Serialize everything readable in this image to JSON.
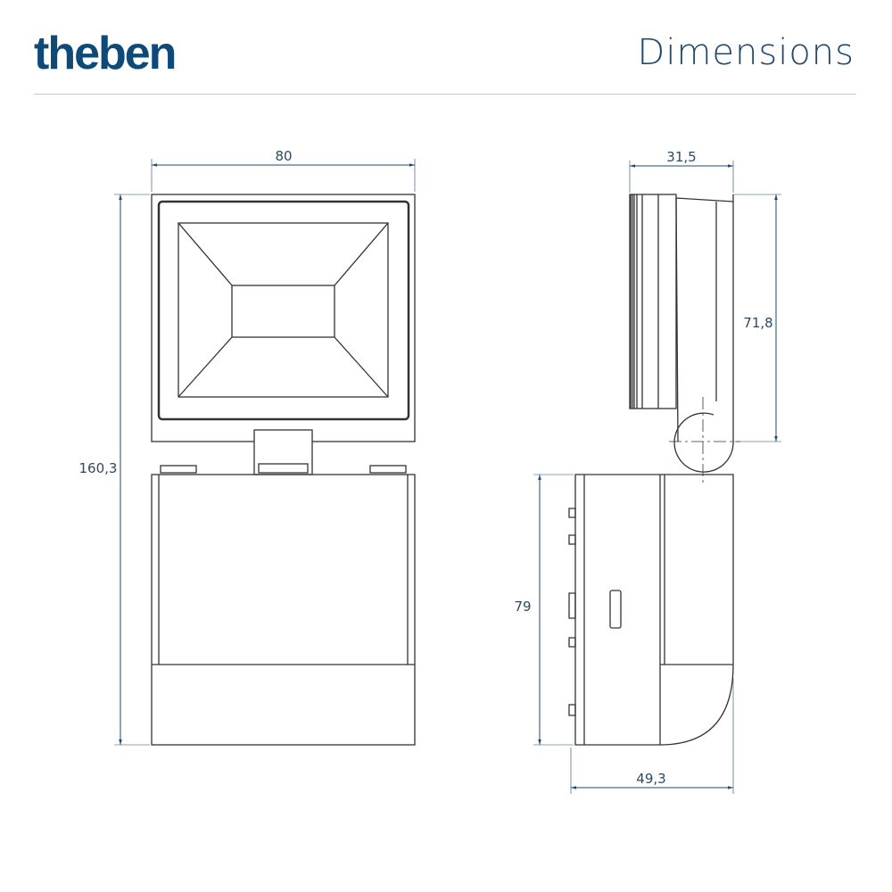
{
  "header": {
    "logo": "theben",
    "title": "Dimensions"
  },
  "dimensions": {
    "front_width": "80",
    "front_height": "160,3",
    "side_head_depth": "31,5",
    "side_head_height": "71,8",
    "side_body_height": "79",
    "side_body_depth": "49,3"
  },
  "colors": {
    "brand": "#0e4a78",
    "dimension": "#1f4a6e",
    "outline": "#333333"
  }
}
